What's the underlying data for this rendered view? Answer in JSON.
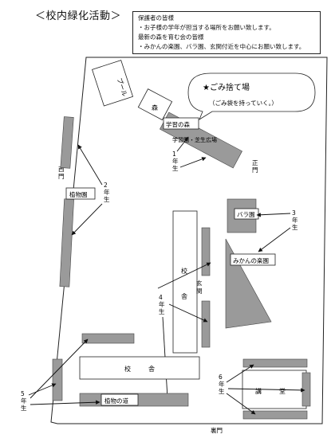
{
  "title": "＜校内緑化活動＞",
  "notice": {
    "lines": [
      "保護者の皆様",
      "・お子様の学年が担当する場所をお願い致します。",
      "最新の森を育む会の皆様",
      "・みかんの楽園、バラ園、玄関付近を中心にお願い致します。"
    ]
  },
  "garbage_callout": {
    "title": "★ごみ捨て場",
    "note": "（ごみ袋を持っていく。）"
  },
  "places": {
    "pool": "プール",
    "forest": "森",
    "learning_forest": "学習の森",
    "learning_garden": "学習園・芝生広場",
    "main_gate": "正門",
    "west_gate": "西門",
    "plant_garden": "植物園",
    "rose_garden": "バラ園",
    "mikan_paradise": "みかんの楽園",
    "school_building": "校舎",
    "entrance": "玄関",
    "hall": "講堂",
    "plant_road": "植物の道",
    "back_gate": "裏門"
  },
  "grades": {
    "g1": "1年生",
    "g2": "2年生",
    "g3": "3年生",
    "g4": "4年生",
    "g5": "5年生",
    "g6": "6年生"
  }
}
